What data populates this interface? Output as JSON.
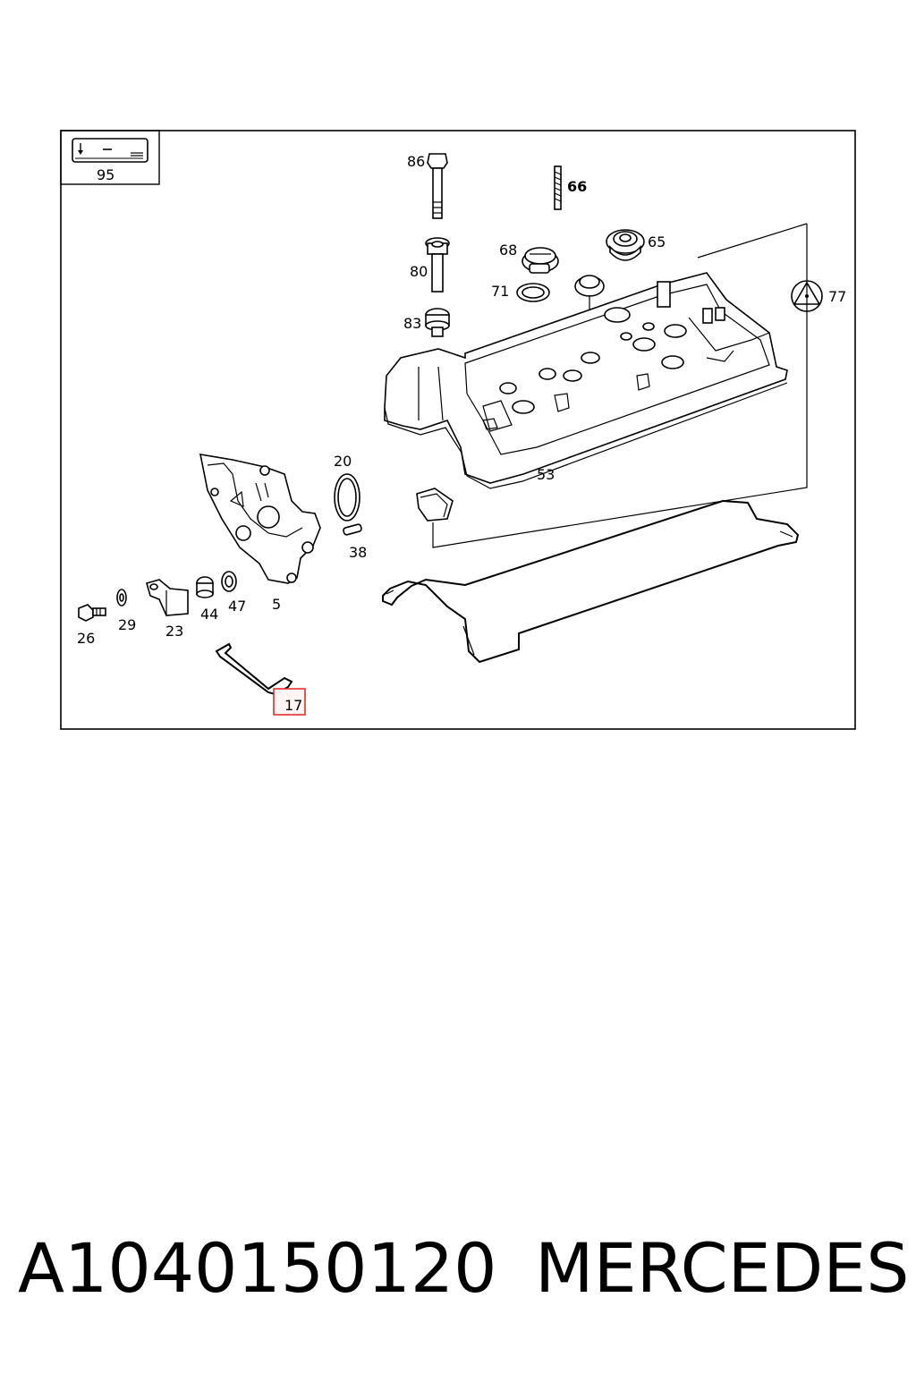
{
  "diagram": {
    "labels": {
      "p95": "95",
      "p86": "86",
      "p66": "66",
      "p80": "80",
      "p68": "68",
      "p65": "65",
      "p71": "71",
      "p83": "83",
      "p77": "77",
      "p53": "53",
      "p20": "20",
      "p38": "38",
      "p5": "5",
      "p26": "26",
      "p29": "29",
      "p23": "23",
      "p44": "44",
      "p47": "47",
      "p17": "17"
    },
    "highlight_color": "#e03030",
    "highlighted_part": "17"
  },
  "caption": {
    "part_number": "A1040150120",
    "brand": "MERCEDES"
  }
}
